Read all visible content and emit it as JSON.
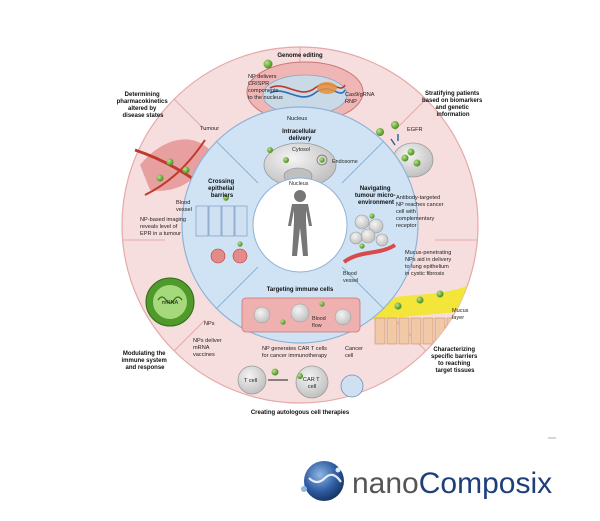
{
  "colors": {
    "outer_ring": "#f7dede",
    "outer_ring_stroke": "#e6a8a8",
    "inner_ring": "#cfe3f4",
    "inner_ring_stroke": "#8fb3d6",
    "center": "#ffffff",
    "nanoparticle": "#6bb23a",
    "cell": "#d9d9d9",
    "red_vessel": "#d94a4a",
    "mucus": "#f3e53a",
    "brand_dark": "#1f3f78",
    "brand_gray": "#555555"
  },
  "outer_sections": {
    "top": {
      "title": "Genome editing",
      "note_lines": [
        "NP delivers",
        "CRISPR",
        "components",
        "to the nucleus"
      ],
      "label_rnp_lines": [
        "Cas9/gRNA",
        "RNP"
      ],
      "label_nucleus": "Nucleus"
    },
    "top_right": {
      "title_lines": [
        "Stratifying patients",
        "based on biomarkers",
        "and genetic",
        "information"
      ],
      "label_egfr": "EGFR",
      "note_lines": [
        "Antibody-targeted",
        "NP reaches cancer",
        "cell with",
        "complementary",
        "receptor"
      ]
    },
    "right": {
      "note_lines": [
        "Mucus-penetrating",
        "NPs aid in delivery",
        "to lung epithelium",
        "in cystic fibrosis"
      ],
      "label_mucus_lines": [
        "Mucus",
        "layer"
      ]
    },
    "bottom_right": {
      "title_lines": [
        "Characterizing",
        "specific barriers",
        "to reaching",
        "target tissues"
      ]
    },
    "bottom": {
      "title": "Creating autologous cell therapies",
      "note_lines": [
        "NP generates CAR T cells",
        "for cancer immunotherapy"
      ],
      "label_tcell": "T cell",
      "label_cart_lines": [
        "CAR T",
        "cell"
      ],
      "label_cancer_lines": [
        "Cancer",
        "cell"
      ]
    },
    "bottom_left": {
      "title_lines": [
        "Modulating the",
        "immune system",
        "and response"
      ],
      "label_mrna": "mRNA",
      "label_nps": "NPs",
      "note_lines": [
        "NPs deliver",
        "mRNA",
        "vaccines"
      ]
    },
    "left": {
      "title_lines": [
        "Determining",
        "pharmacokinetics",
        "altered by",
        "disease states"
      ],
      "label_tumour": "Tumour",
      "label_vessel_lines": [
        "Blood",
        "vessel"
      ],
      "note_lines": [
        "NP-based imaging",
        "reveals level of",
        "EPR in a tumour"
      ]
    }
  },
  "inner_sections": {
    "top": {
      "title_lines": [
        "Intracellular",
        "delivery"
      ],
      "label_cytosol": "Cytosol",
      "label_endosome": "Endosome",
      "label_nucleus": "Nucleus"
    },
    "right": {
      "title_lines": [
        "Navigating",
        "tumour micro-",
        "environment"
      ],
      "label_vessel_lines": [
        "Blood",
        "vessel"
      ]
    },
    "bottom": {
      "title": "Targeting immune cells",
      "label_flow_lines": [
        "Blood",
        "flow"
      ]
    },
    "left": {
      "title_lines": [
        "Crossing",
        "epithelial",
        "barriers"
      ]
    }
  },
  "brand": {
    "name_part1": "nano",
    "name_part2": "Composix"
  }
}
